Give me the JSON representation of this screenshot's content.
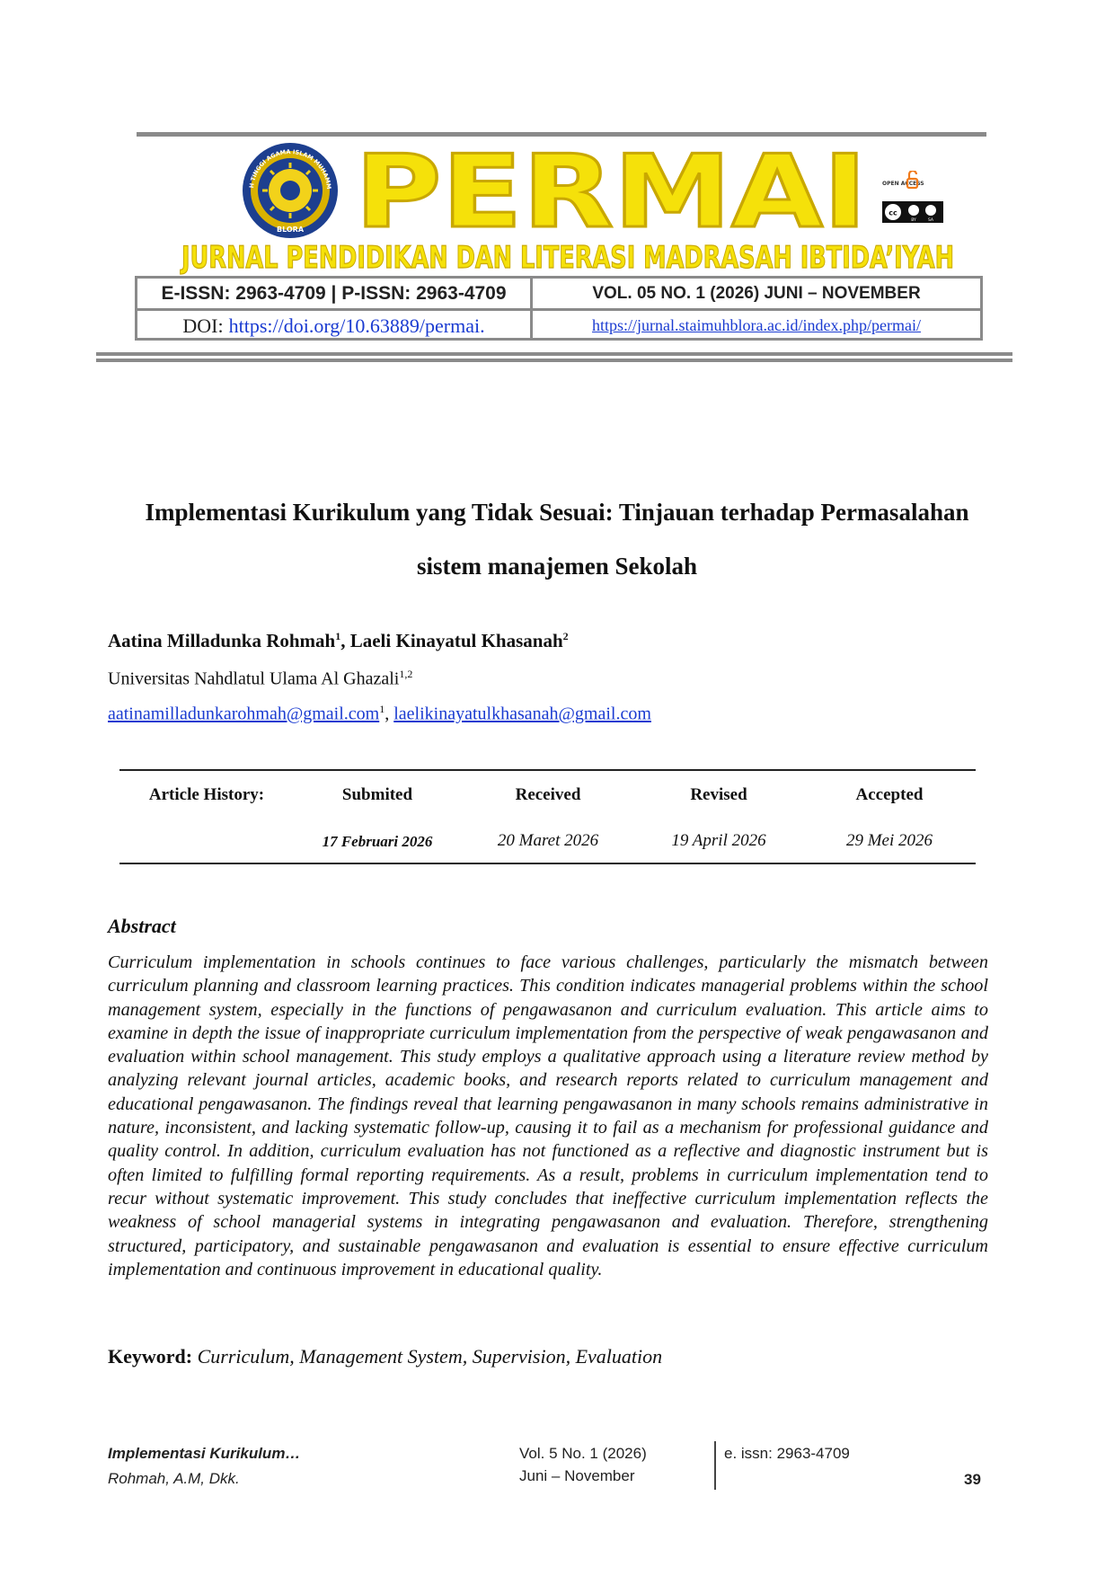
{
  "journal": {
    "brand": "PERMAI",
    "name": "JURNAL PENDIDIKAN DAN LITERASI MADRASAH IBTIDA’IYAH",
    "seal_text": "SEKOLAH TINGGI AGAMA ISLAM MUHAMMADIYAH",
    "seal_city": "BLORA",
    "open_access_label": "OPEN ACCESS",
    "license_cc": "cc",
    "license_by": "BY",
    "license_sa": "SA",
    "issn": "E-ISSN: 2963-4709 | P-ISSN: 2963-4709",
    "volume": "VOL. 05 NO. 1 (2026) JUNI – NOVEMBER",
    "doi_label": "DOI:",
    "doi_link": "https://doi.org/10.63889/permai.",
    "site_link": "https://jurnal.staimuhblora.ac.id/index.php/permai/",
    "brand_color": "#f5e10a",
    "brand_outline": "#c9a800",
    "seal_color": "#1d3f8f"
  },
  "article": {
    "title_line1": "Implementasi Kurikulum yang Tidak Sesuai: Tinjauan terhadap Permasalahan",
    "title_line2": "sistem manajemen Sekolah",
    "author1": "Aatina Milladunka Rohmah",
    "author1_sup": "1",
    "author_sep": ", ",
    "author2": "Laeli Kinayatul Khasanah",
    "author2_sup": "2",
    "affiliation": "Universitas Nahdlatul Ulama Al Ghazali",
    "affiliation_sup": "1,2",
    "email1": "aatinamilladunkarohmah@gmail.com",
    "email1_sup": "1",
    "email_sep": ", ",
    "email2": "laelikinayatulkhasanah@gmail.com"
  },
  "history": {
    "label": "Article History:",
    "columns": [
      "Submited",
      "Received",
      "Revised",
      "Accepted"
    ],
    "dates": [
      "17 Februari 2026",
      "20 Maret 2026",
      "19 April 2026",
      "29 Mei 2026"
    ]
  },
  "abstract": {
    "heading": "Abstract",
    "body": "Curriculum implementation in schools continues to face various challenges, particularly the mismatch between curriculum planning and classroom learning practices. This condition indicates managerial problems within the school management system, especially in the functions of pengawasanon and curriculum evaluation. This article aims to examine in depth the issue of inappropriate curriculum implementation from the perspective of weak pengawasanon and evaluation within school management. This study employs a qualitative approach using a literature review method by analyzing relevant journal articles, academic books, and research reports related to curriculum management and educational pengawasanon. The findings reveal that learning pengawasanon in many schools remains administrative in nature, inconsistent, and lacking systematic follow-up, causing it to fail as a mechanism for professional guidance and quality control. In addition, curriculum evaluation has not functioned as a reflective and diagnostic instrument but is often limited to fulfilling formal reporting requirements. As a result, problems in curriculum implementation tend to recur without systematic improvement. This study concludes that ineffective curriculum implementation reflects the weakness of school managerial systems in integrating pengawasanon and evaluation. Therefore, strengthening structured, participatory, and sustainable pengawasanon and evaluation is essential to ensure effective curriculum implementation and continuous improvement in educational quality.",
    "keyword_label": "Keyword:",
    "keywords": "Curriculum, Management System, Supervision, Evaluation"
  },
  "footer": {
    "short_title": "Implementasi Kurikulum…",
    "short_authors": "Rohmah, A.M, Dkk.",
    "vol": "Vol. 5 No. 1 (2026)",
    "period": "Juni – November",
    "eissn": "e. issn: 2963-4709",
    "page": "39"
  }
}
